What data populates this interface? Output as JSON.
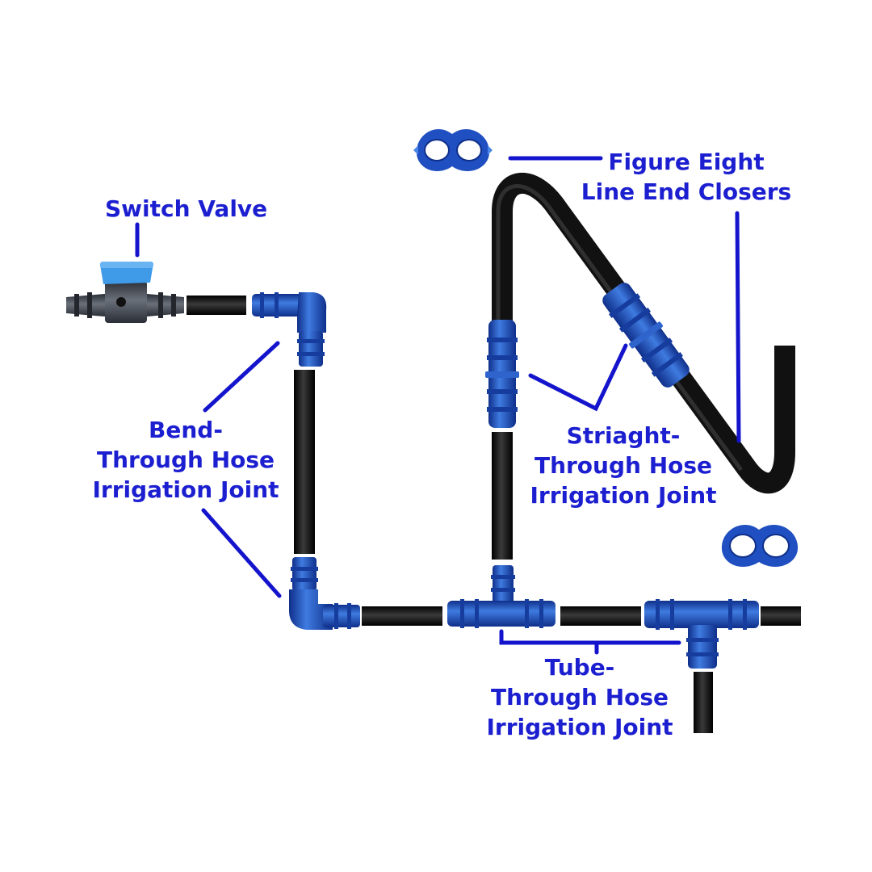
{
  "colors": {
    "label": "#1c1fd0",
    "leader": "#1414cc",
    "tube": "#141414",
    "fitting": "#1f4fc0",
    "fitting_light": "#4a86e8",
    "valve_body": "#3a3f48",
    "valve_handle": "#3f9ae8"
  },
  "labels": {
    "switch_valve": "Switch Valve",
    "figure_eight_line1": "Figure Eight",
    "figure_eight_line2": "Line End Closers",
    "bend_line1": "Bend-",
    "bend_line2": "Through Hose",
    "bend_line3": "Irrigation Joint",
    "straight_line1": "Striaght-",
    "straight_line2": "Through Hose",
    "straight_line3": "Irrigation Joint",
    "tube_line1": "Tube-",
    "tube_line2": "Through Hose",
    "tube_line3": "Irrigation Joint"
  },
  "icons": [
    "switch-valve-icon",
    "elbow-fitting-icon",
    "straight-coupling-icon",
    "tee-fitting-icon",
    "figure-eight-closer-icon",
    "hose-tube-icon"
  ]
}
